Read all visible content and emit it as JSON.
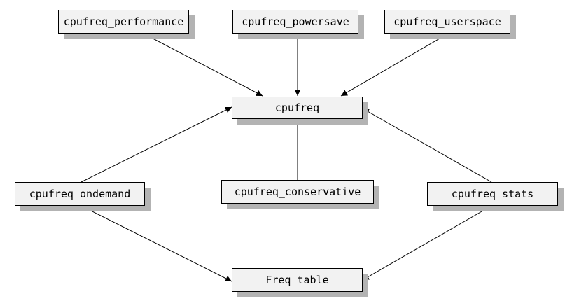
{
  "nodes": {
    "performance": "cpufreq_performance",
    "powersave": "cpufreq_powersave",
    "userspace": "cpufreq_userspace",
    "core": "cpufreq",
    "ondemand": "cpufreq_ondemand",
    "conservative": "cpufreq_conservative",
    "stats": "cpufreq_stats",
    "freq_table": "Freq_table"
  },
  "edges": [
    {
      "from": "performance",
      "to": "core"
    },
    {
      "from": "powersave",
      "to": "core"
    },
    {
      "from": "userspace",
      "to": "core"
    },
    {
      "from": "ondemand",
      "to": "core"
    },
    {
      "from": "conservative",
      "to": "core"
    },
    {
      "from": "stats",
      "to": "core"
    },
    {
      "from": "ondemand",
      "to": "freq_table"
    },
    {
      "from": "stats",
      "to": "freq_table"
    }
  ],
  "colors": {
    "box_fill": "#f2f2f2",
    "shadow": "#b3b3b3",
    "stroke": "#000000"
  }
}
